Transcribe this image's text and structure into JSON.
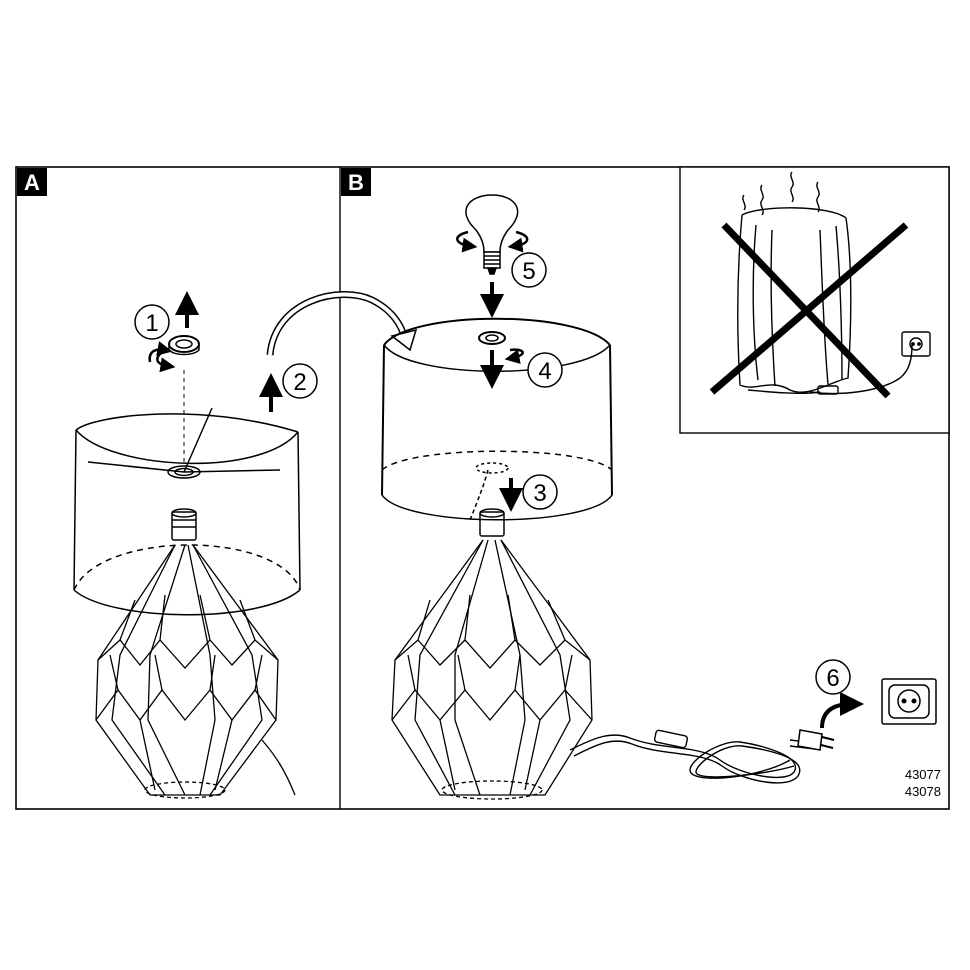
{
  "panels": {
    "a_label": "A",
    "b_label": "B"
  },
  "steps": {
    "s1": "1",
    "s2": "2",
    "s3": "3",
    "s4": "4",
    "s5": "5",
    "s6": "6"
  },
  "model_numbers": {
    "line1": "43077",
    "line2": "43078"
  },
  "icons": {
    "bulb": "light-bulb-icon",
    "socket": "wall-socket-icon",
    "plug": "plug-icon",
    "warning": "do-not-cover-icon"
  }
}
